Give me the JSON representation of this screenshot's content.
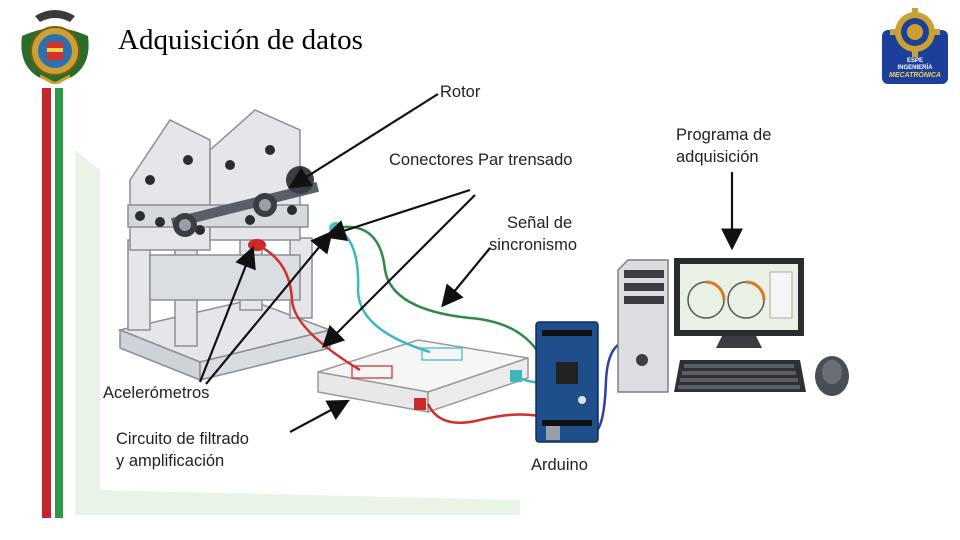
{
  "slide": {
    "title": "Adquisición de datos"
  },
  "labels": {
    "rotor": "Rotor",
    "conectores": "Conectores Par trensado",
    "senal_line1": "Señal de",
    "senal_line2": "sincronismo",
    "programa_line1": "Programa de",
    "programa_line2": "adquisición",
    "acelerometros": "Acelerómetros",
    "circuito_line1": "Circuito de filtrado",
    "circuito_line2": "y amplificación",
    "arduino": "Arduino"
  },
  "badge_text": {
    "line1": "ESPE",
    "line2": "INGENIERÍA",
    "line3": "MECATRÓNICA"
  },
  "colors": {
    "stripe_red": "#c4262e",
    "stripe_green": "#2e9a48",
    "page_tint": "#e9f4e6",
    "wire_red": "#d0302c",
    "wire_green": "#2f8a48",
    "wire_cyan": "#3cb6c0",
    "arduino_blue": "#1e4f8c",
    "badge_blue": "#1b3f9a"
  }
}
